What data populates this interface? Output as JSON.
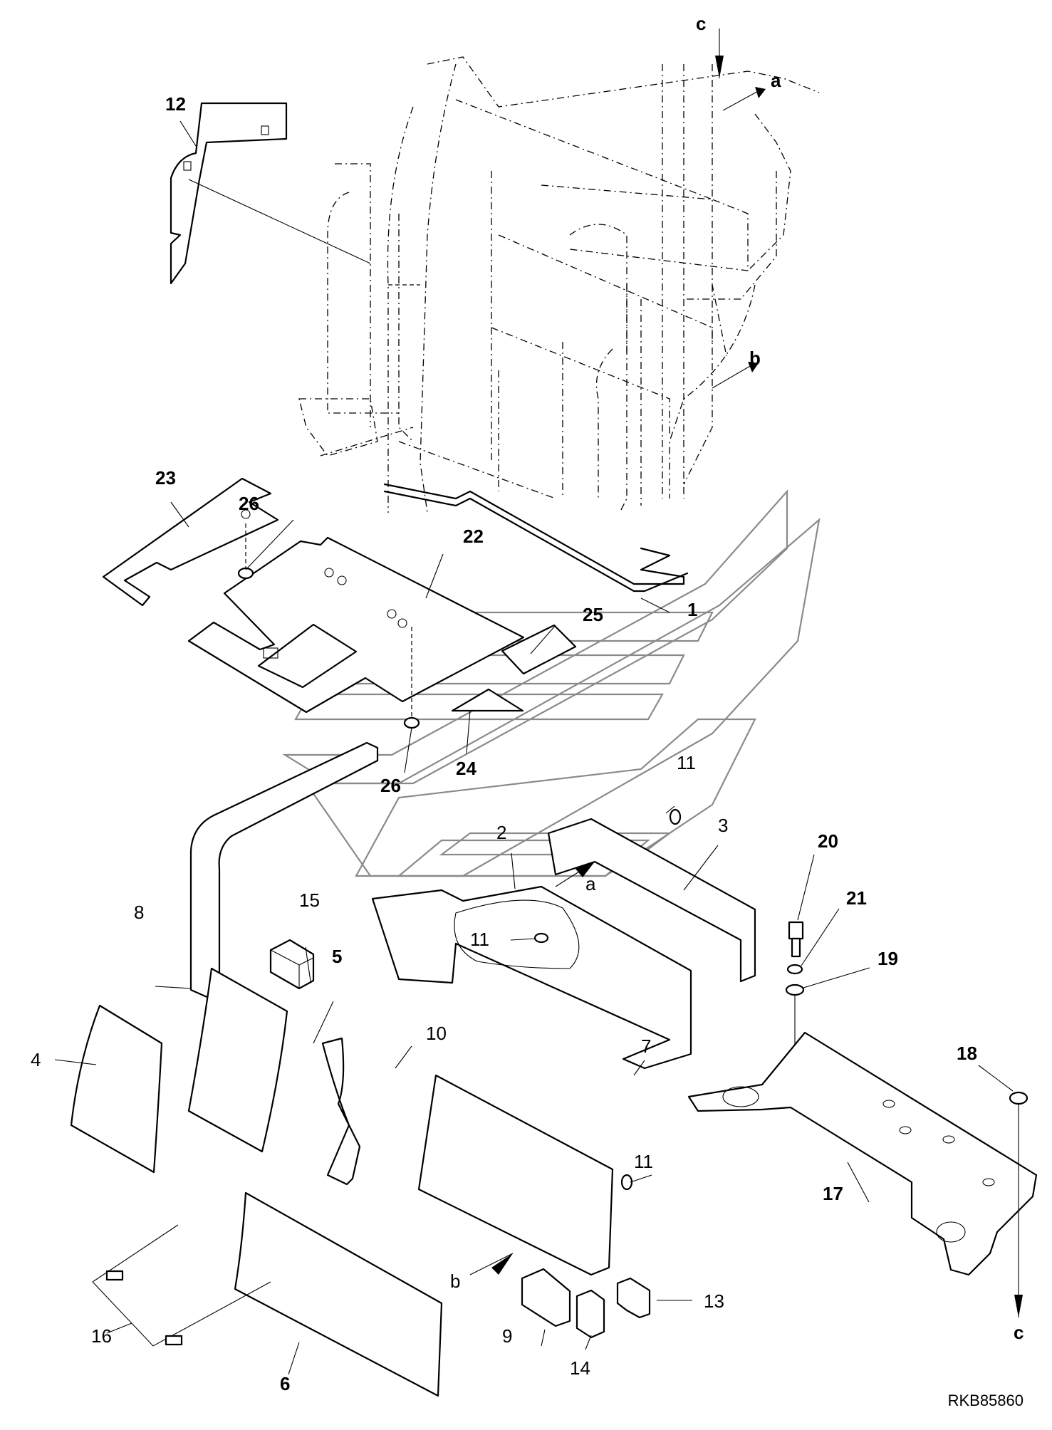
{
  "drawing": {
    "reference_code": "RKB85860",
    "callouts": {
      "p1": "1",
      "p2": "2",
      "p3": "3",
      "p4": "4",
      "p5": "5",
      "p6": "6",
      "p7": "7",
      "p8": "8",
      "p9": "9",
      "p10": "10",
      "p11a": "11",
      "p11b": "11",
      "p11c": "11",
      "p12": "12",
      "p13": "13",
      "p14": "14",
      "p15": "15",
      "p16": "16",
      "p17": "17",
      "p18": "18",
      "p19": "19",
      "p20": "20",
      "p21": "21",
      "p22": "22",
      "p23": "23",
      "p24": "24",
      "p25": "25",
      "p26a": "26",
      "p26b": "26"
    },
    "connection_markers": {
      "a_top": "a",
      "a_bottom": "a",
      "b_top": "b",
      "b_bottom": "b",
      "c_top": "c",
      "c_bottom": "c"
    }
  }
}
